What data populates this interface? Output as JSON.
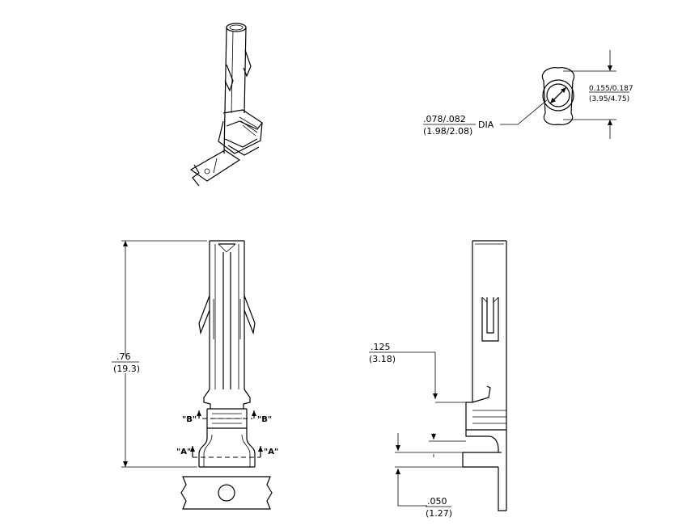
{
  "diagram": {
    "end_view": {
      "width_dim": {
        "inch": "0.155/0.187",
        "mm": "(3.95/4.75)"
      },
      "dia_dim": {
        "inch": ".078/.082",
        "mm": "(1.98/2.08)",
        "suffix": "DIA"
      }
    },
    "front_view": {
      "length_dim": {
        "inch": ".76",
        "mm": "(19.3)"
      },
      "section_b_left": "\"B\"",
      "section_b_right": "\"B\"",
      "section_a_left": "\"A\"",
      "section_a_right": "\"A\""
    },
    "side_view": {
      "top_dim": {
        "inch": ".125",
        "mm": "(3.18)"
      },
      "bottom_dim": {
        "inch": ".050",
        "mm": "(1.27)"
      }
    }
  }
}
